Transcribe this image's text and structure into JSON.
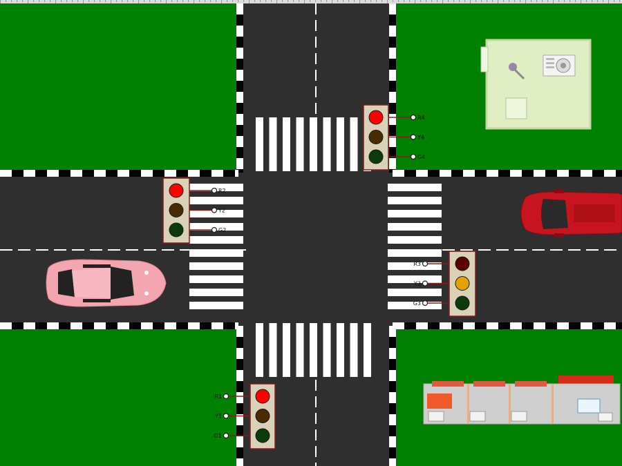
{
  "colors": {
    "grass": "#008000",
    "road": "#2f2f2f",
    "stripe": "#ffffff",
    "curb_dark": "#000000",
    "light_housing": "#d9d2b8",
    "light_border": "#8b1a1a",
    "red_on": "#ff0000",
    "yellow_on": "#e6a000",
    "off_red": "#5a0000",
    "off_yellow": "#4a2a00",
    "off_green": "#0b3a0b",
    "wire": "#8b1a1a"
  },
  "traffic_lights": [
    {
      "id": "north",
      "labels": [
        "R4",
        "Y4",
        "G4"
      ],
      "state": "red"
    },
    {
      "id": "west",
      "labels": [
        "R2",
        "Y2",
        "G2"
      ],
      "state": "red"
    },
    {
      "id": "east",
      "labels": [
        "R3",
        "Y3",
        "G3"
      ],
      "state": "yellow"
    },
    {
      "id": "south",
      "labels": [
        "R1",
        "Y1",
        "G1"
      ],
      "state": "red"
    }
  ],
  "vehicles": [
    {
      "name": "pink-sports-car",
      "color": "#f4a6b0",
      "direction": "east"
    },
    {
      "name": "red-hatchback",
      "color": "#c8141e",
      "direction": "west"
    }
  ],
  "buildings": [
    {
      "name": "house-rooftop",
      "color": "#dfeec3"
    },
    {
      "name": "shop-row-rooftop",
      "color": "#cfcfcf"
    }
  ]
}
